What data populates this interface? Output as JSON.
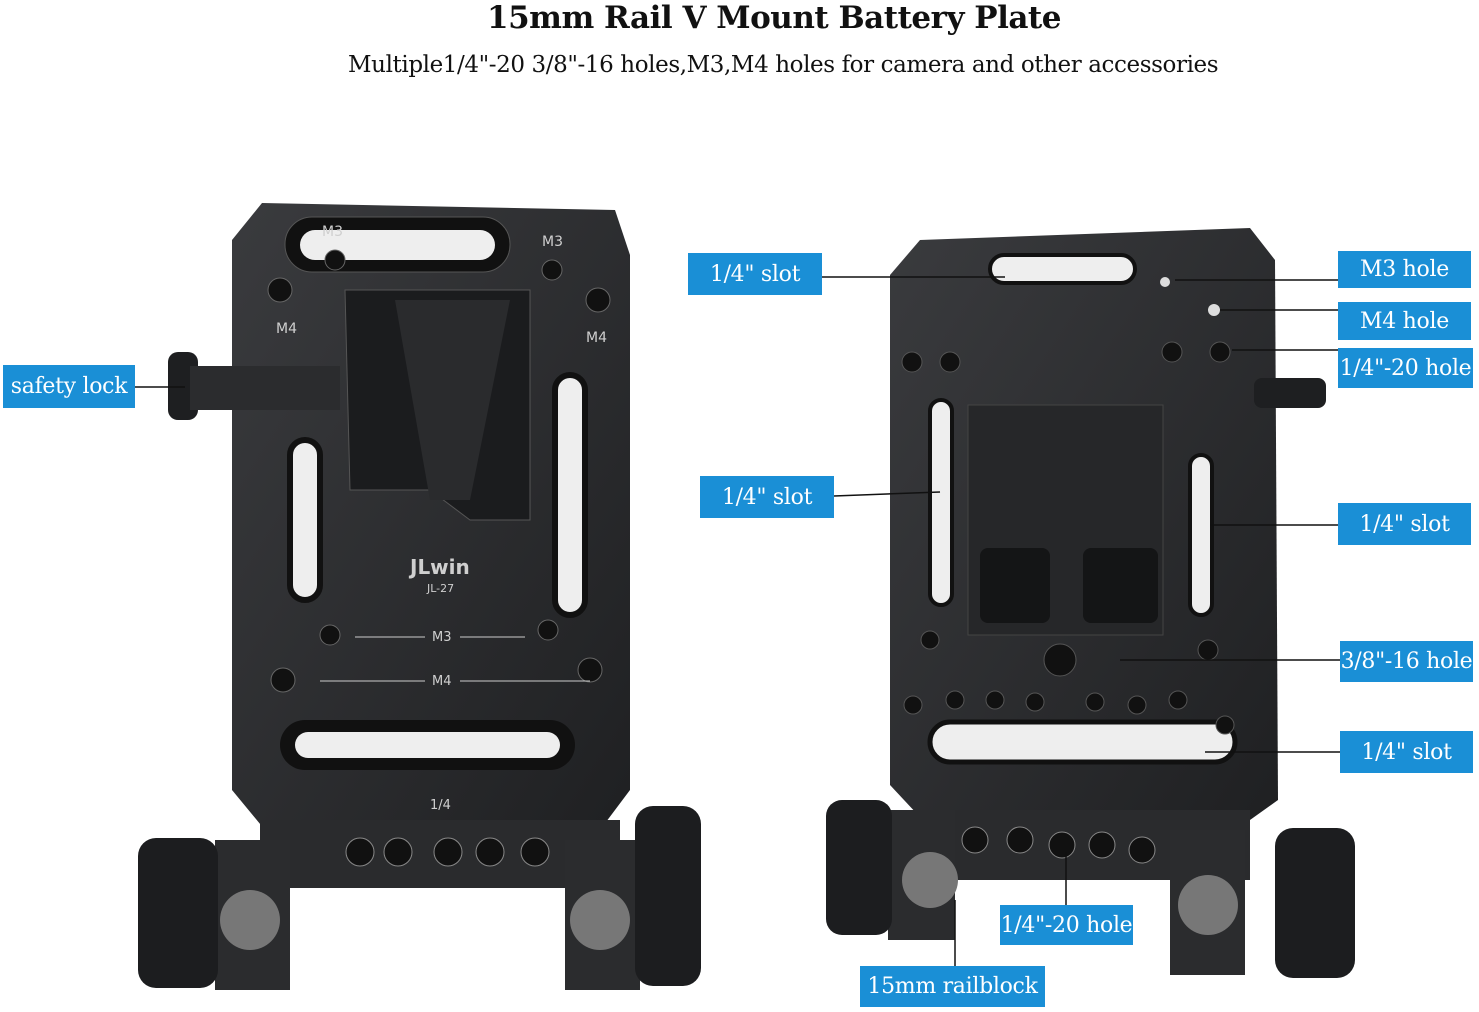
{
  "title": "15mm Rail V Mount Battery Plate",
  "subtitle": "Multiple1/4\"-20 3/8\"-16 holes,M3,M4 holes for camera and other accessories",
  "callouts": {
    "safety_lock": "safety lock",
    "slot_top_left": "1/4\" slot",
    "m3_hole": "M3 hole",
    "m4_hole": "M4 hole",
    "hole_14_20_top": "1/4\"-20 hole",
    "slot_mid_left": "1/4\" slot",
    "slot_mid_right": "1/4\" slot",
    "hole_38_16": "3/8\"-16 hole",
    "slot_bottom": "1/4\" slot",
    "hole_14_20_bottom": "1/4\"-20 hole",
    "railblock": "15mm railblock"
  },
  "product_markings": {
    "m3": "M3",
    "m4": "M4",
    "brand": "JLwin",
    "model": "JL-27",
    "quarter": "1/4"
  },
  "colors": {
    "callout": "#1a8fd6",
    "metal": "#2e2f31"
  }
}
